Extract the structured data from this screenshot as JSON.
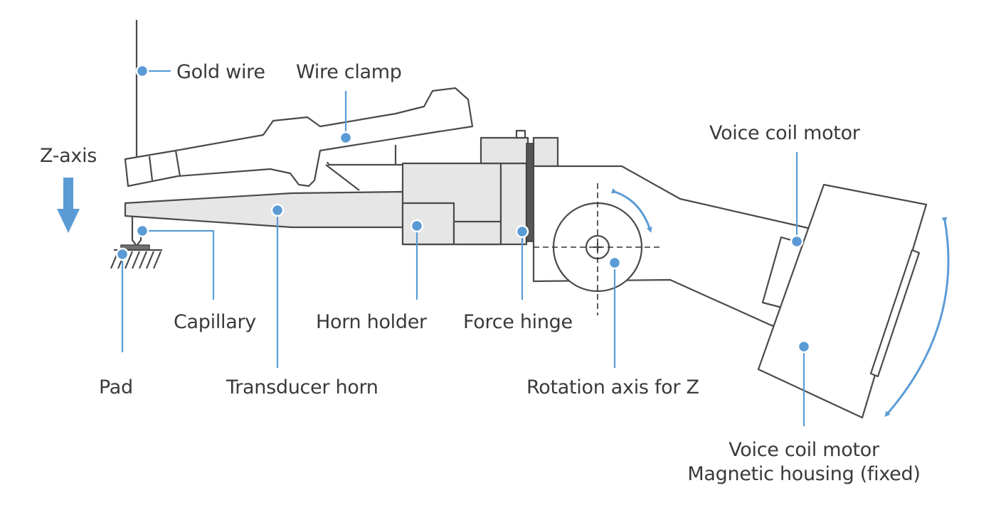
{
  "labels": {
    "gold_wire": "Gold wire",
    "wire_clamp": "Wire clamp",
    "z_axis": "Z-axis",
    "voice_coil_motor": "Voice coil motor",
    "capillary": "Capillary",
    "horn_holder": "Horn holder",
    "force_hinge": "Force hinge",
    "pad": "Pad",
    "transducer_horn": "Transducer horn",
    "rotation_axis": "Rotation axis for Z",
    "housing_line1": "Voice coil motor",
    "housing_line2": "Magnetic housing (fixed)"
  },
  "colors": {
    "accent": "#5b9bd5",
    "outline": "#4a4a4a",
    "part_fill": "#e6e6e6",
    "text": "#3a3a3a"
  }
}
